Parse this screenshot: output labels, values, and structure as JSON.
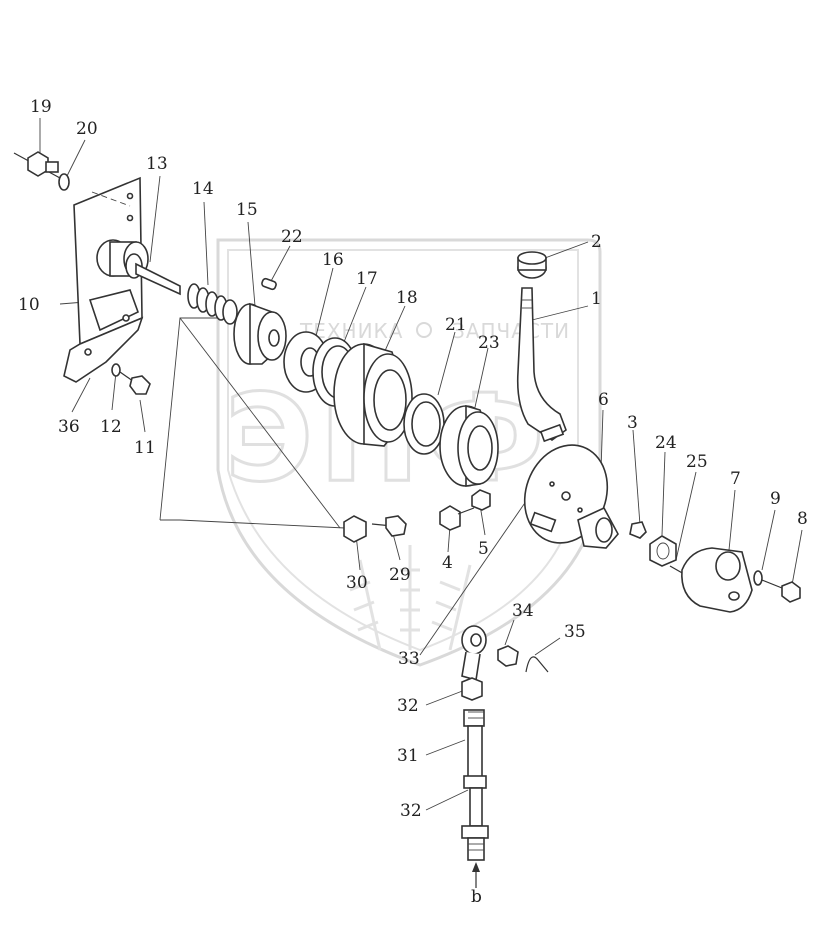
{
  "watermark": {
    "brand_top": "ТЕХНИКА",
    "brand_top2": "ЗАПЧАСТИ",
    "brand_big": "ЭПФ"
  },
  "labels": {
    "p1": "1",
    "p2": "2",
    "p3": "3",
    "p4": "4",
    "p5": "5",
    "p6": "6",
    "p7": "7",
    "p8": "8",
    "p9": "9",
    "p10": "10",
    "p11": "11",
    "p12": "12",
    "p13": "13",
    "p14": "14",
    "p15": "15",
    "p16": "16",
    "p17": "17",
    "p18": "18",
    "p19": "19",
    "p20": "20",
    "p21": "21",
    "p22": "22",
    "p23": "23",
    "p24": "24",
    "p25": "25",
    "p29": "29",
    "p30": "30",
    "p31": "31",
    "p32a": "32",
    "p32b": "32",
    "p33": "33",
    "p34": "34",
    "p35": "35",
    "p36": "36",
    "pb": "b"
  }
}
